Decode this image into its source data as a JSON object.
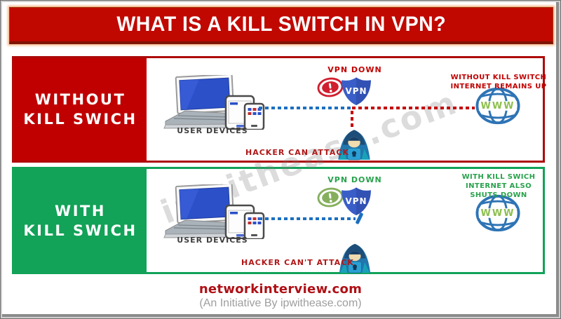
{
  "title": "WHAT IS A KILL SWITCH IN VPN?",
  "sections": [
    {
      "id": "without-kill-switch",
      "label_lines": [
        "WITHOUT",
        "KILL SWICH"
      ],
      "user_devices_label": "USER DEVICES",
      "vpn_status_label": "VPN DOWN",
      "shield_label": "VPN",
      "hacker_label": "HACKER CAN ATTACK",
      "internet_lines": [
        "WITHOUT KILL SWITCH",
        "INTERNET REMAINS UP"
      ],
      "globe_label": "WWW",
      "theme_color": "#C00000"
    },
    {
      "id": "with-kill-switch",
      "label_lines": [
        "WITH",
        "KILL SWICH"
      ],
      "user_devices_label": "USER DEVICES",
      "vpn_status_label": "VPN DOWN",
      "shield_label": "VPN",
      "hacker_label": "HACKER CAN'T ATTACK",
      "internet_lines": [
        "WITH KILL SWICH",
        "INTERNET ALSO",
        "SHUTS DOWN"
      ],
      "globe_label": "WWW",
      "theme_color": "#12A258"
    }
  ],
  "watermark": "ipwithease.com",
  "footer": {
    "site": "networkinterview.com",
    "tagline": "(An Initiative By ipwithease.com)"
  },
  "icons": {
    "user_devices": "laptop-tablet-phone-icon",
    "vpn_shield": "shield-icon",
    "vpn_warning": "exclamation-oval-icon",
    "hacker": "hooded-hacker-icon",
    "internet": "globe-www-icon",
    "tunnel_cut": "cut-slash-icon"
  },
  "colors": {
    "banner_red": "#C00800",
    "section_red": "#C00000",
    "section_red_border": "#AE0A0A",
    "section_green": "#12A258",
    "shield_blue": "#3A5EC8",
    "tunnel_blue": "#1B6FC0",
    "danger_red": "#C40000",
    "globe_blue": "#2E74B5",
    "www_green": "#8DBF4E",
    "warning_red": "#D01F2F",
    "warning_green": "#86AF5D",
    "footer_red": "#AF1015",
    "watermark_gray": "#8C8C8C"
  }
}
